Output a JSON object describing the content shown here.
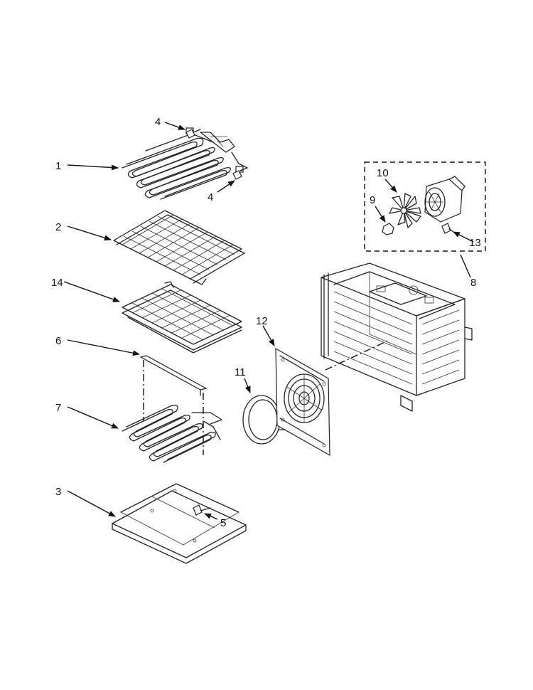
{
  "callouts": {
    "c1": "1",
    "c2": "2",
    "c3": "3",
    "c4a": "4",
    "c4b": "4",
    "c5": "5",
    "c6": "6",
    "c7": "7",
    "c8": "8",
    "c9": "9",
    "c10": "10",
    "c11": "11",
    "c12": "12",
    "c13": "13",
    "c14": "14"
  },
  "colors": {
    "ink": "#111111",
    "background": "#ffffff"
  }
}
